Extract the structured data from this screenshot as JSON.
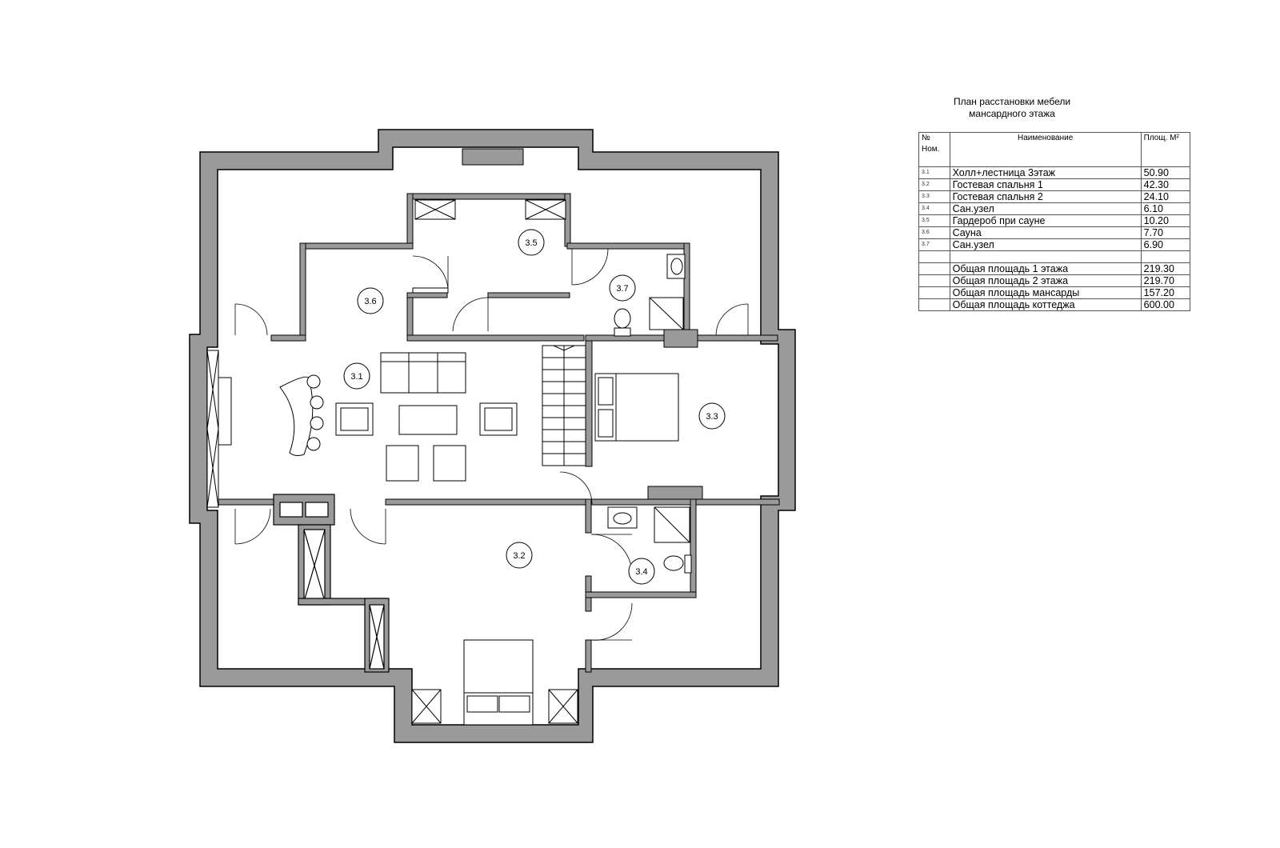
{
  "legend": {
    "title_line1": "План расстановки мебели",
    "title_line2": "мансардного этажа",
    "headers": {
      "no": "№ Ном.",
      "name": "Наименование",
      "area": "Площ. М²"
    },
    "rooms": [
      {
        "no": "3.1",
        "name": "Холл+лестница 3этаж",
        "area": "50.90"
      },
      {
        "no": "3.2",
        "name": "Гостевая спальня 1",
        "area": "42.30"
      },
      {
        "no": "3.3",
        "name": "Гостевая спальня 2",
        "area": "24.10"
      },
      {
        "no": "3.4",
        "name": "Сан.узел",
        "area": "6.10"
      },
      {
        "no": "3.5",
        "name": "Гардероб при сауне",
        "area": "10.20"
      },
      {
        "no": "3.6",
        "name": "Сауна",
        "area": "7.70"
      },
      {
        "no": "3.7",
        "name": "Сан.узел",
        "area": "6.90"
      }
    ],
    "totals": [
      {
        "name": "Общая площадь 1 этажа",
        "area": "219.30"
      },
      {
        "name": "Общая площадь 2 этажа",
        "area": "219.70"
      },
      {
        "name": "Общая площадь мансарды",
        "area": "157.20"
      },
      {
        "name": "Общая площадь коттеджа",
        "area": "600.00"
      }
    ]
  },
  "plan": {
    "room_labels": {
      "r31": "3.1",
      "r32": "3.2",
      "r33": "3.3",
      "r34": "3.4",
      "r35": "3.5",
      "r36": "3.6",
      "r37": "3.7"
    },
    "wall_color": "#9a9a9a",
    "line_color": "#000000"
  }
}
